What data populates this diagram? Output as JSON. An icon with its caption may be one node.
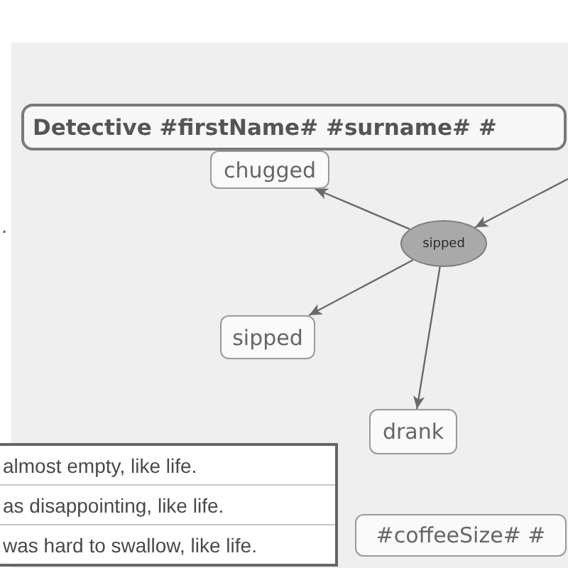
{
  "diagram": {
    "nodes": [
      {
        "text": [
          "Detective #firstName# #surname# #"
        ]
      },
      {
        "text": [
          "chugged"
        ]
      },
      {
        "text": [
          "sipped"
        ]
      },
      {
        "text": [
          "sipped"
        ]
      },
      {
        "text": [
          "drank"
        ]
      },
      {
        "text": [
          "almost empty, like life.",
          "as disappointing, like life.",
          "was hard to swallow, like life."
        ]
      },
      {
        "text": [
          "#coffeeSize# #"
        ]
      }
    ],
    "edges": [
      {
        "from": 2,
        "to": 1,
        "arrow": "to"
      },
      {
        "from": null,
        "to": 2,
        "arrow": "to"
      },
      {
        "from": 2,
        "to": 3,
        "arrow": "to"
      },
      {
        "from": 2,
        "to": 4,
        "arrow": "to"
      }
    ],
    "labels": [
      "."
    ]
  }
}
